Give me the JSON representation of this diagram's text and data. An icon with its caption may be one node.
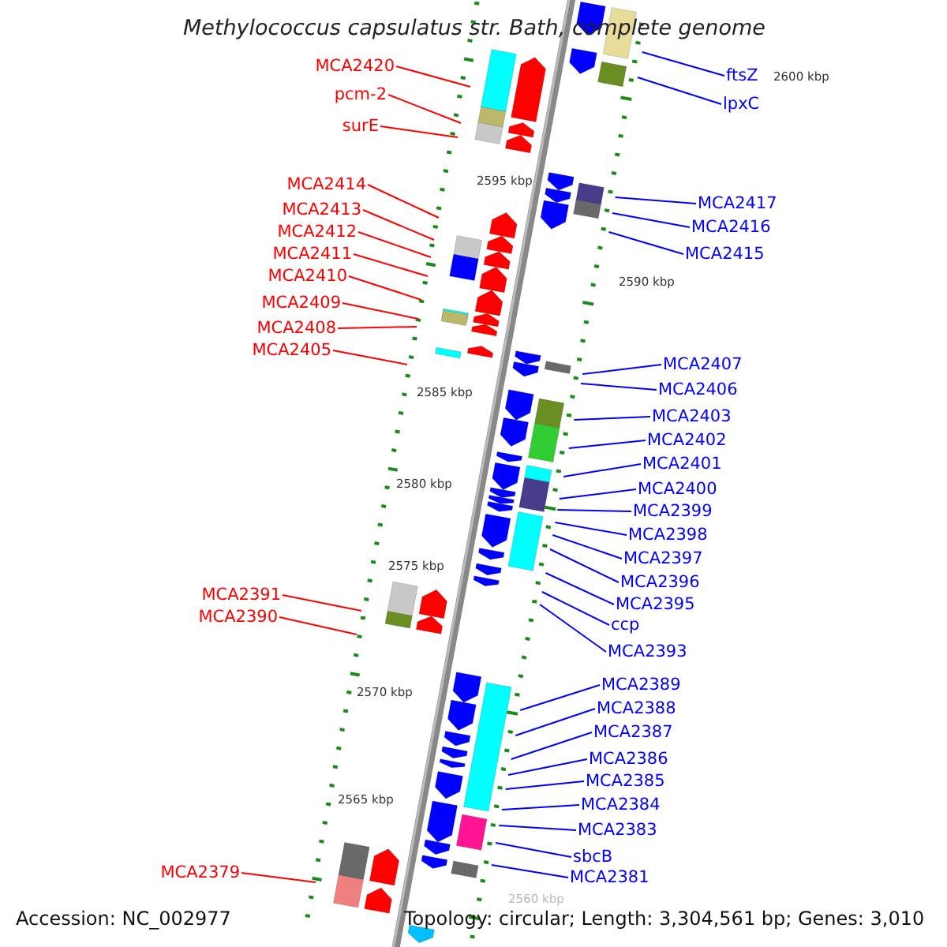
{
  "diagram": {
    "title": "Methylococcus capsulatus str. Bath, complete genome",
    "nodes": [
      {
        "text": [
          "MCA2420"
        ]
      },
      {
        "text": [
          "ftsZ"
        ]
      },
      {
        "text": [
          "pcm-2"
        ]
      },
      {
        "text": [
          "lpxC"
        ]
      },
      {
        "text": [
          "surE"
        ]
      },
      {
        "text": [
          "MCA2414"
        ]
      },
      {
        "text": [
          "MCA2417"
        ]
      },
      {
        "text": [
          "MCA2413"
        ]
      },
      {
        "text": [
          "MCA2416"
        ]
      },
      {
        "text": [
          "MCA2412"
        ]
      },
      {
        "text": [
          "MCA2411"
        ]
      },
      {
        "text": [
          "MCA2415"
        ]
      },
      {
        "text": [
          "MCA2410"
        ]
      },
      {
        "text": [
          "MCA2409"
        ]
      },
      {
        "text": [
          "MCA2408"
        ]
      },
      {
        "text": [
          "MCA2405"
        ]
      },
      {
        "text": [
          "MCA2407"
        ]
      },
      {
        "text": [
          "MCA2406"
        ]
      },
      {
        "text": [
          "MCA2403"
        ]
      },
      {
        "text": [
          "MCA2402"
        ]
      },
      {
        "text": [
          "MCA2401"
        ]
      },
      {
        "text": [
          "MCA2400"
        ]
      },
      {
        "text": [
          "MCA2399"
        ]
      },
      {
        "text": [
          "MCA2398"
        ]
      },
      {
        "text": [
          "MCA2397"
        ]
      },
      {
        "text": [
          "MCA2396"
        ]
      },
      {
        "text": [
          "MCA2391"
        ]
      },
      {
        "text": [
          "MCA2395"
        ]
      },
      {
        "text": [
          "MCA2390"
        ]
      },
      {
        "text": [
          "ccp"
        ]
      },
      {
        "text": [
          "MCA2393"
        ]
      },
      {
        "text": [
          "MCA2389"
        ]
      },
      {
        "text": [
          "MCA2388"
        ]
      },
      {
        "text": [
          "MCA2387"
        ]
      },
      {
        "text": [
          "MCA2386"
        ]
      },
      {
        "text": [
          "MCA2385"
        ]
      },
      {
        "text": [
          "MCA2384"
        ]
      },
      {
        "text": [
          "MCA2383"
        ]
      },
      {
        "text": [
          "sbcB"
        ]
      },
      {
        "text": [
          "MCA2379"
        ]
      },
      {
        "text": [
          "MCA2381"
        ]
      }
    ],
    "edges": [
      {
        "from": 0,
        "to": null,
        "arrow": "none",
        "color": "#ff0000"
      },
      {
        "from": 1,
        "to": null,
        "arrow": "none"
      },
      {
        "from": 2,
        "to": null,
        "arrow": "none",
        "color": "#ff0000"
      },
      {
        "from": 3,
        "to": null,
        "arrow": "none"
      },
      {
        "from": 4,
        "to": null,
        "arrow": "none",
        "color": "#ff0000"
      },
      {
        "from": 5,
        "to": null,
        "arrow": "none",
        "color": "#ff0000"
      },
      {
        "from": 6,
        "to": null,
        "arrow": "none"
      },
      {
        "from": 7,
        "to": null,
        "arrow": "none",
        "color": "#ff0000"
      },
      {
        "from": 8,
        "to": null,
        "arrow": "none"
      },
      {
        "from": 9,
        "to": null,
        "arrow": "none",
        "color": "#ff0000"
      },
      {
        "from": 10,
        "to": null,
        "arrow": "none",
        "color": "#ff0000"
      },
      {
        "from": 11,
        "to": null,
        "arrow": "none"
      },
      {
        "from": 12,
        "to": null,
        "arrow": "none",
        "color": "#ff0000"
      },
      {
        "from": 13,
        "to": null,
        "arrow": "none",
        "color": "#ff0000"
      },
      {
        "from": 14,
        "to": null,
        "arrow": "none",
        "color": "#ff0000"
      },
      {
        "from": 15,
        "to": null,
        "arrow": "none",
        "color": "#ff0000"
      },
      {
        "from": 16,
        "to": null,
        "arrow": "none"
      },
      {
        "from": 17,
        "to": null,
        "arrow": "none"
      },
      {
        "from": 18,
        "to": null,
        "arrow": "none"
      },
      {
        "from": 19,
        "to": null,
        "arrow": "none"
      },
      {
        "from": 20,
        "to": null,
        "arrow": "none"
      },
      {
        "from": 21,
        "to": null,
        "arrow": "none"
      },
      {
        "from": 22,
        "to": null,
        "arrow": "none"
      },
      {
        "from": 23,
        "to": null,
        "arrow": "none"
      },
      {
        "from": 24,
        "to": null,
        "arrow": "none"
      },
      {
        "from": 25,
        "to": null,
        "arrow": "none"
      },
      {
        "from": 26,
        "to": null,
        "arrow": "none",
        "color": "#ff0000"
      },
      {
        "from": 27,
        "to": null,
        "arrow": "none"
      },
      {
        "from": 28,
        "to": null,
        "arrow": "none",
        "color": "#ff0000"
      },
      {
        "from": 29,
        "to": null,
        "arrow": "none"
      },
      {
        "from": 30,
        "to": null,
        "arrow": "none"
      },
      {
        "from": 31,
        "to": null,
        "arrow": "none"
      },
      {
        "from": 32,
        "to": null,
        "arrow": "none"
      },
      {
        "from": 33,
        "to": null,
        "arrow": "none"
      },
      {
        "from": 34,
        "to": null,
        "arrow": "none"
      },
      {
        "from": 35,
        "to": null,
        "arrow": "none"
      },
      {
        "from": 36,
        "to": null,
        "arrow": "none"
      },
      {
        "from": 37,
        "to": null,
        "arrow": "none"
      },
      {
        "from": 38,
        "to": null,
        "arrow": "none"
      },
      {
        "from": 39,
        "to": null,
        "arrow": "none",
        "color": "#ff0000"
      },
      {
        "from": 40,
        "to": null,
        "arrow": "none"
      }
    ],
    "labels": [
      "2600 kbp",
      "2595 kbp",
      "2590 kbp",
      "2585 kbp",
      "2580 kbp",
      "2575 kbp",
      "2570 kbp",
      "2565 kbp",
      "2560 kbp",
      "Accession: NC_002977",
      "Topology: circular; Length: 3,304,561 bp; Genes: 3,010"
    ]
  }
}
